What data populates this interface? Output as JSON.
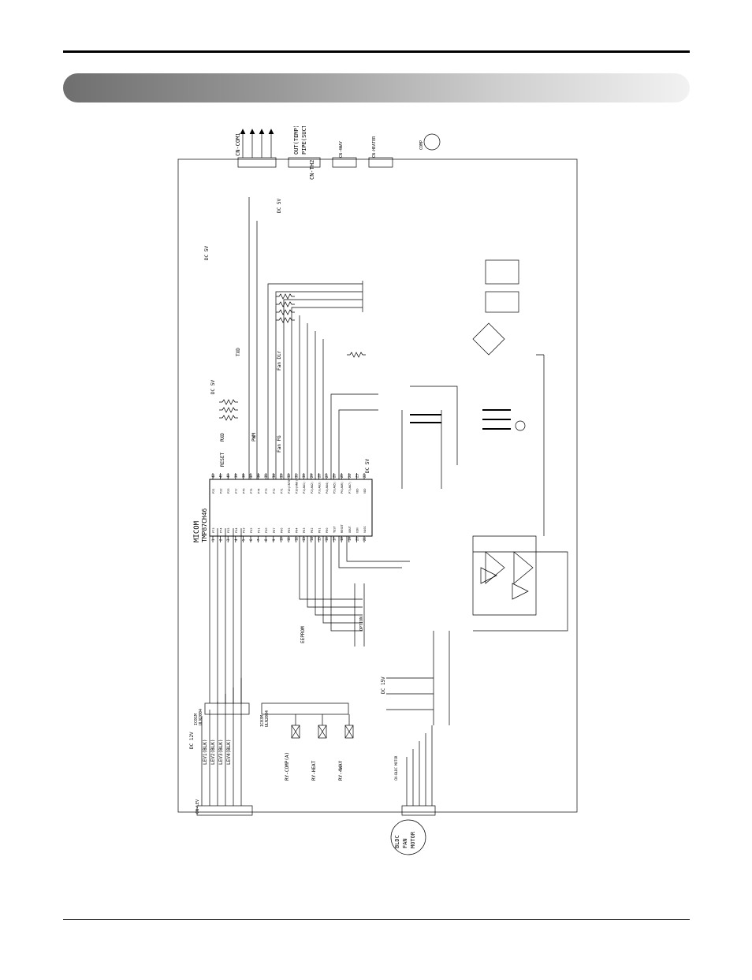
{
  "page": {
    "banner_title": ""
  },
  "schematic": {
    "mcu": {
      "ref": "MICOM",
      "part": "TMP87CH46",
      "right_pins": [
        "42",
        "41",
        "40",
        "39",
        "38",
        "37",
        "36",
        "35",
        "34",
        "33",
        "32",
        "31",
        "30",
        "29",
        "28",
        "27",
        "26",
        "25",
        "24",
        "23",
        "22"
      ],
      "left_pins": [
        "1",
        "2",
        "3",
        "4",
        "5",
        "6",
        "7",
        "8",
        "9",
        "10",
        "11",
        "12",
        "13",
        "14",
        "15",
        "16",
        "17",
        "18",
        "19",
        "20",
        "21"
      ],
      "right_labels": [
        "P21",
        "P22",
        "P23",
        "P77",
        "P76",
        "P75",
        "P74",
        "P73",
        "P72",
        "P71",
        "P10(INT0)",
        "P10(AN0)",
        "P1(AN1)",
        "P2(AN2)",
        "P3(AN3)",
        "P4(AN4)",
        "P5(AN5)",
        "P6(AN6)",
        "P7(AN7)",
        "VDD",
        "VDD"
      ],
      "left_labels": [
        "P73",
        "P74",
        "P15",
        "P14",
        "P13",
        "P12",
        "P11",
        "P10",
        "P07",
        "P06",
        "P05",
        "P04",
        "P03",
        "P02",
        "P01",
        "P00",
        "TEST",
        "RESET",
        "XOUT",
        "XIN",
        "VASS"
      ]
    },
    "driver_ics": [
      {
        "ref": "IC01M",
        "part": "ULN2004"
      },
      {
        "ref": "IC03M",
        "part": "ULN2004"
      }
    ],
    "connectors": {
      "top": [
        "CN-COM1",
        "CN-TH2",
        "CN-4WAY",
        "CN-HEATER"
      ],
      "left": "CN-LEV",
      "bottom": "CN-BLDC MOTOR"
    },
    "labels": {
      "dc12v_top": "DC 12V",
      "dc5v_a": "DC 5V",
      "dc5v_b": "DC 5V",
      "dc5v_c": "DC 5V",
      "dc15v": "DC 15V",
      "dc5v_bottom": "DC 5V",
      "pipe_suction": "PIPE(SUCTION)",
      "outtemp": "OUT(TEMP)",
      "lev1": "LEV1(BLK)",
      "lev2": "LEV2(BLK)",
      "lev3": "LEV3(BLK)",
      "lev4": "LEV4(BLK)",
      "ry_comp": "RY-COMP(A)",
      "ry_heat": "RY-HEAT",
      "ry_4way": "RY-4WAY",
      "comp": "COMP",
      "motor_line1": "BLDC",
      "motor_line2": "FAN",
      "motor_line3": "MOTOR",
      "txd": "TXD",
      "rxd": "RXD",
      "reset": "RESET",
      "eeprom": "EEPROM",
      "fan_dir": "Fan Dir",
      "fan_fg": "Fan FG",
      "pwm": "PWM",
      "option": "OPTION"
    }
  }
}
